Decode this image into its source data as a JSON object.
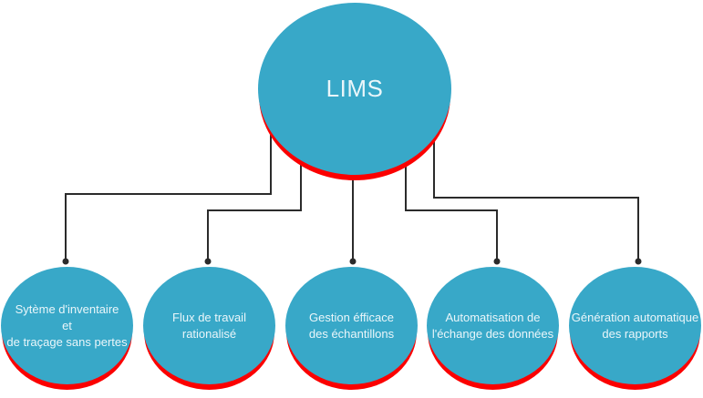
{
  "root": {
    "label": "LIMS"
  },
  "nodes": [
    {
      "lines": [
        "Sytème d'inventaire",
        "et",
        "de traçage sans pertes"
      ]
    },
    {
      "lines": [
        "Flux de travail",
        "rationalisé"
      ]
    },
    {
      "lines": [
        "Gestion éfficace",
        "des échantillons"
      ]
    },
    {
      "lines": [
        "Automatisation de",
        "l'échange des données"
      ]
    },
    {
      "lines": [
        "Génération automatique",
        "des rapports"
      ]
    }
  ],
  "colors": {
    "node_fill": "#38a8c8",
    "node_shadow": "#fb0000",
    "connector": "#2b2b2b",
    "label_text": "#eaf6fa"
  }
}
